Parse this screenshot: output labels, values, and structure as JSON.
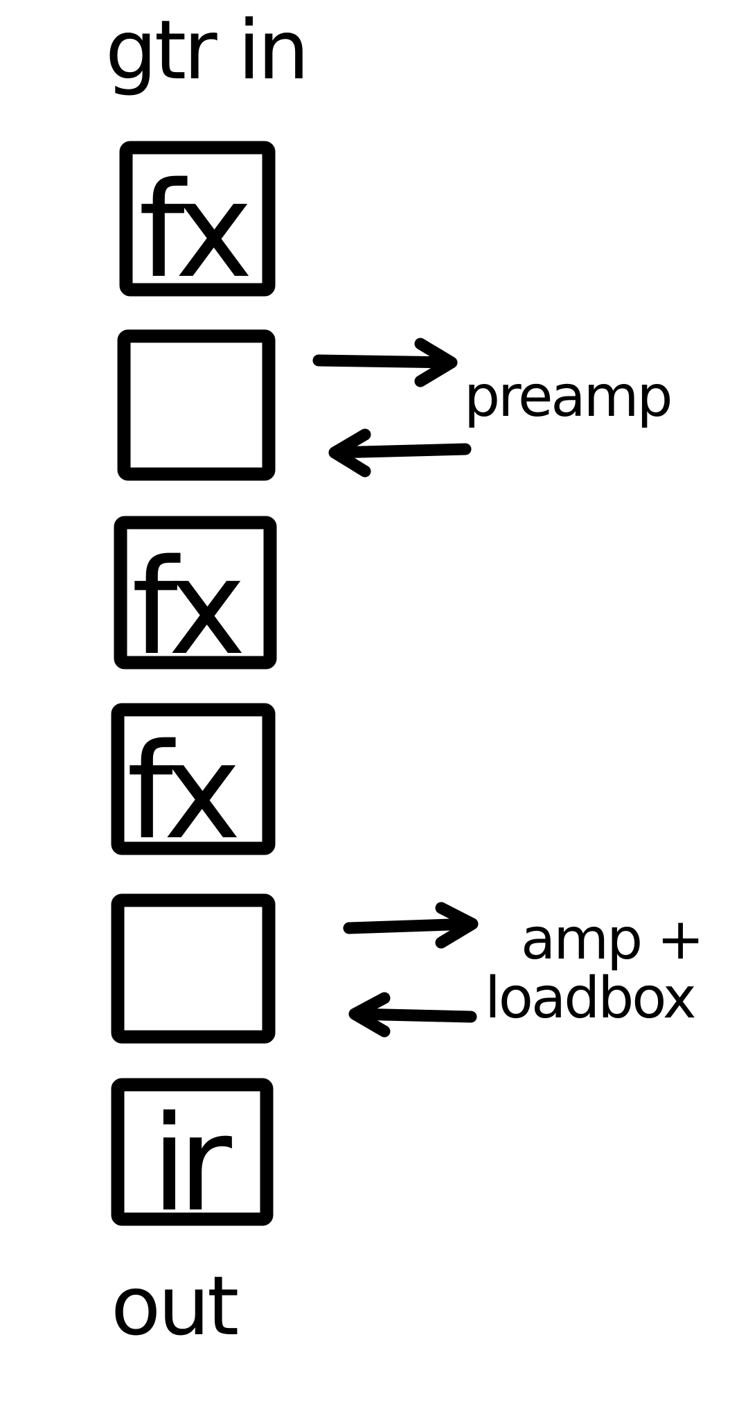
{
  "input_label": "gtr in",
  "output_label": "out",
  "blocks": [
    {
      "label": "fx"
    },
    {
      "label": ""
    },
    {
      "label": "fx"
    },
    {
      "label": "fx"
    },
    {
      "label": ""
    },
    {
      "label": "ir"
    }
  ],
  "loops": [
    {
      "label_lines": [
        "preamp"
      ]
    },
    {
      "label_lines": [
        "amp +",
        "loadbox"
      ]
    }
  ],
  "colors": {
    "ink": "#000000",
    "background": "#ffffff"
  }
}
